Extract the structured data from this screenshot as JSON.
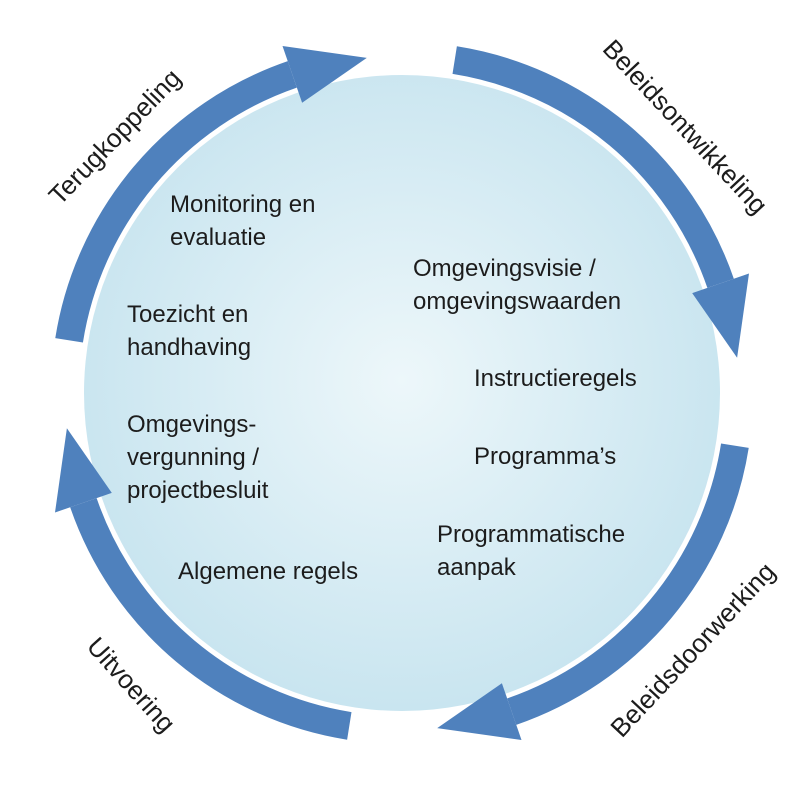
{
  "diagram": {
    "type": "policy-cycle",
    "outer_labels": {
      "top_left": "Terugkoppeling",
      "top_right": "Beleidsontwikkeling",
      "bottom_right": "Beleidsdoorwerking",
      "bottom_left": "Uitvoering"
    },
    "inner_labels": {
      "monitoring": "Monitoring en\nevaluatie",
      "toezicht": "Toezicht en\nhandhaving",
      "vergunning": "Omgevings-\nvergunning /\nprojectbesluit",
      "algemene": "Algemene regels",
      "omgevingsvisie": "Omgevingsvisie /\nomgevingswaarden",
      "instructie": "Instructieregels",
      "programmas": "Programma’s",
      "programmatisch": "Programmatische\naanpak"
    },
    "colors": {
      "arrow": "#4f81bd",
      "circle_center": "#edf7fa",
      "circle_edge": "#c3e2ee",
      "text": "#1c1c1c"
    }
  }
}
